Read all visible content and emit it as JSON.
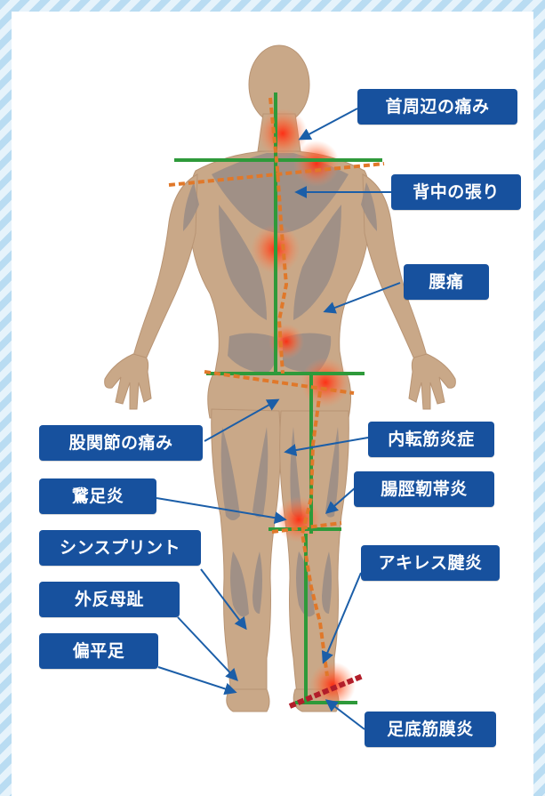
{
  "labels": {
    "neck_pain": "首周辺の痛み",
    "back_tension": "背中の張り",
    "low_back_pain": "腰痛",
    "hip_pain": "股関節の痛み",
    "adductor_tendinitis": "内転筋炎症",
    "pes_anserinus": "鵞足炎",
    "itband_syndrome": "腸脛靭帯炎",
    "shin_splints": "シンスプリント",
    "achilles_tendinitis": "アキレス腱炎",
    "hallux_valgus": "外反母趾",
    "flat_foot": "偏平足",
    "plantar_fasciitis": "足底筋膜炎"
  },
  "colors": {
    "label_bg": "#17519e",
    "label_text": "#ffffff",
    "arrow": "#1b5ea8",
    "body": "#c9a888",
    "muscle": "#9a8c86",
    "alignment_line": "#2e9a3a",
    "distortion_line": "#e0782a",
    "pain_spot": "#ff3a1a",
    "stripe": "#b9dcf2"
  },
  "icons": {
    "figure": "human-body-back-view",
    "pain": "pain-glow-spot"
  }
}
